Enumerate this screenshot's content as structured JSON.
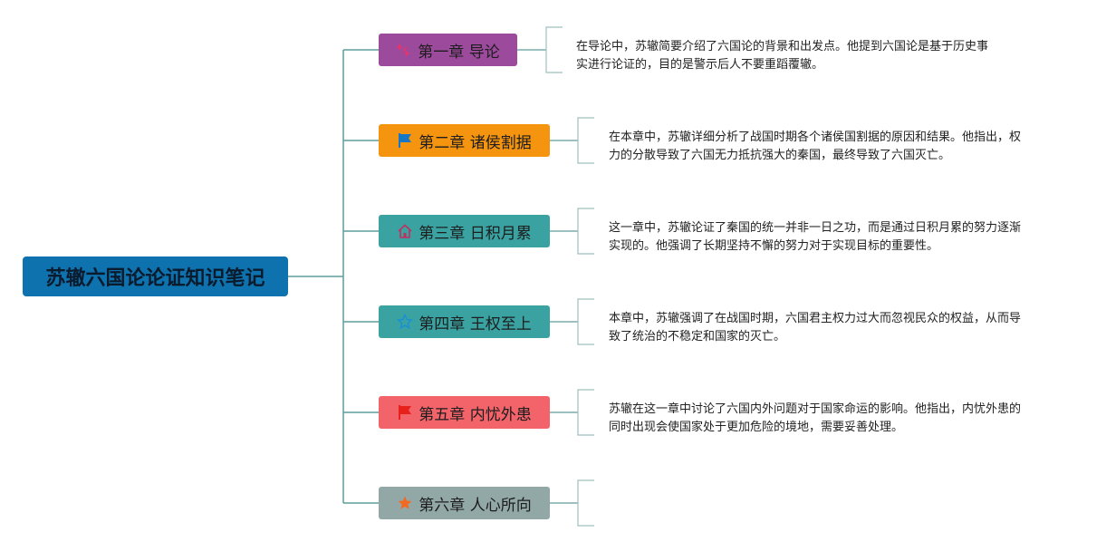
{
  "root": {
    "title": "苏辙六国论论证知识笔记",
    "color": "#0d72ad"
  },
  "line_color": "#5f9e9c",
  "chapters": [
    {
      "label": "第一章 导论",
      "icon": "sparkle-icon",
      "color": "#9c4a9c",
      "icon_color": "#e8336b",
      "note": [
        "在导论中，苏辙简要介绍了六国论的背景和出发点。他提到六国论是基于历史事",
        "实进行论证的，目的是警示后人不要重蹈覆辙。"
      ]
    },
    {
      "label": "第二章 诸侯割据",
      "icon": "flag-icon",
      "color": "#f5940f",
      "icon_color": "#1677c7",
      "note": [
        "在本章中，苏辙详细分析了战国时期各个诸侯国割据的原因和结果。他指出，权",
        "力的分散导致了六国无力抵抗强大的秦国，最终导致了六国灭亡。"
      ]
    },
    {
      "label": "第三章 日积月累",
      "icon": "home-icon",
      "color": "#3aa3a2",
      "icon_color": "#c0305e",
      "note": [
        "这一章中，苏辙论证了秦国的统一并非一日之功，而是通过日积月累的努力逐渐",
        "实现的。他强调了长期坚持不懈的努力对于实现目标的重要性。"
      ]
    },
    {
      "label": "第四章 王权至上",
      "icon": "star-outline-icon",
      "color": "#3aa3a2",
      "icon_color": "#1a8fd6",
      "note": [
        "本章中，苏辙强调了在战国时期，六国君主权力过大而忽视民众的权益，从而导",
        "致了统治的不稳定和国家的灭亡。"
      ]
    },
    {
      "label": "第五章 内忧外患",
      "icon": "flag-icon",
      "color": "#f2636a",
      "icon_color": "#e8201c",
      "note": [
        "苏辙在这一章中讨论了六国内外问题对于国家命运的影响。他指出，内忧外患的",
        "同时出现会使国家处于更加危险的境地，需要妥善处理。"
      ]
    },
    {
      "label": "第六章 人心所向",
      "icon": "star-icon",
      "color": "#92a8a6",
      "icon_color": "#f26a21",
      "note": []
    }
  ]
}
